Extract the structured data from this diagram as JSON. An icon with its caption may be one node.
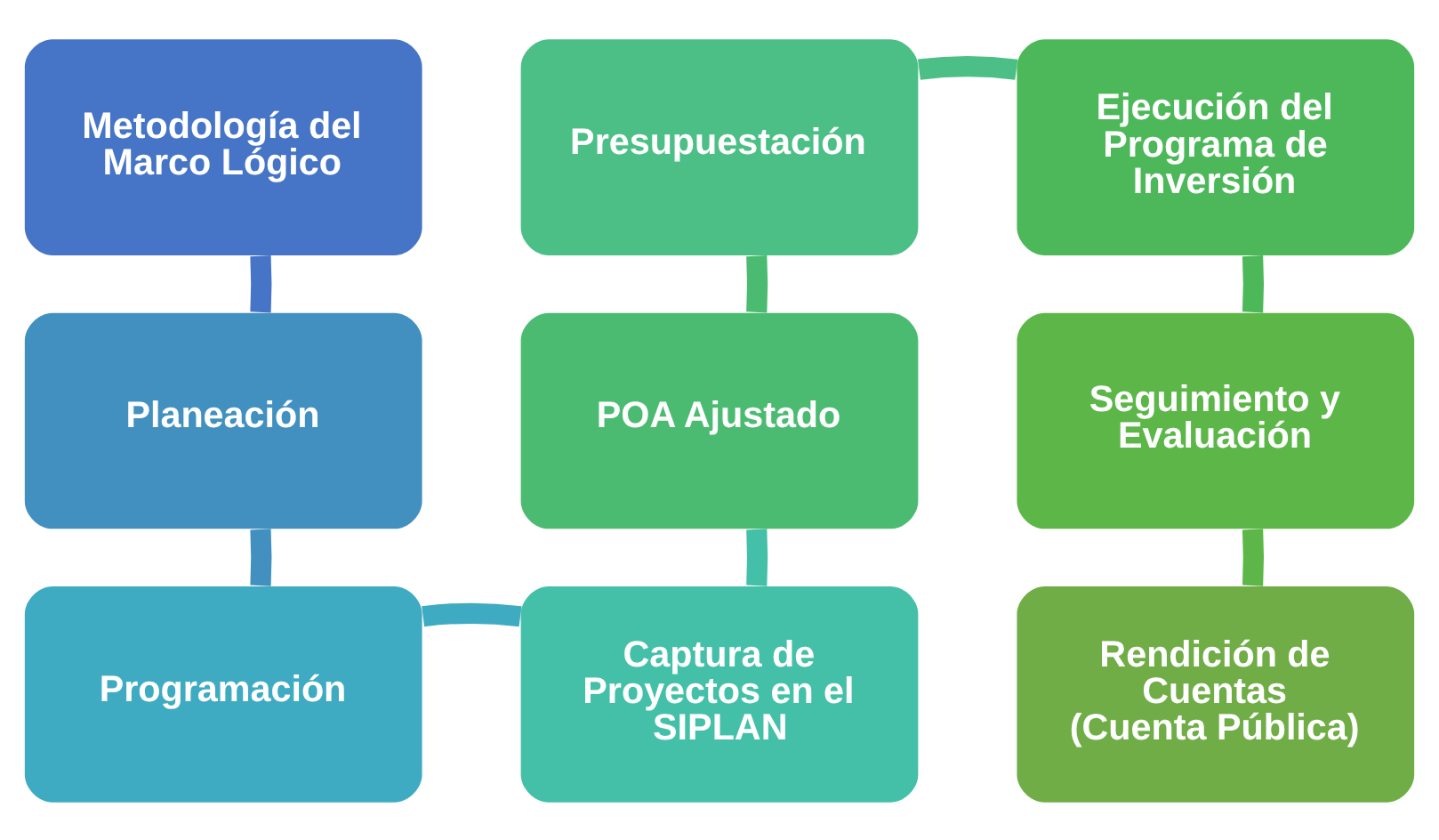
{
  "diagram": {
    "nodes": [
      {
        "text": [
          "Metodología del Marco Lógico"
        ]
      },
      {
        "text": [
          "Planeación"
        ]
      },
      {
        "text": [
          "Programación"
        ]
      },
      {
        "text": [
          "Captura de Proyectos en el SIPLAN"
        ]
      },
      {
        "text": [
          "Presupuestación"
        ]
      },
      {
        "text": [
          "POA Ajustado"
        ]
      },
      {
        "text": [
          "Ejecución del Programa de Inversión"
        ]
      },
      {
        "text": [
          "Seguimiento y Evaluación"
        ]
      },
      {
        "text": [
          "Rendición de Cuentas",
          "(Cuenta Pública)"
        ]
      }
    ],
    "edges": [
      {
        "from": 0,
        "to": 1,
        "arrow": "none",
        "color": "#4674c6"
      },
      {
        "from": 1,
        "to": 2,
        "arrow": "none",
        "color": "#4290c0"
      },
      {
        "from": 2,
        "to": 3,
        "arrow": "none",
        "color": "#3fabc3"
      },
      {
        "from": 3,
        "to": 5,
        "arrow": "none",
        "color": "#45c0a8"
      },
      {
        "from": 5,
        "to": 4,
        "arrow": "none",
        "color": "#4cbb72"
      },
      {
        "from": 4,
        "to": 6,
        "arrow": "none",
        "color": "#4cbf86"
      },
      {
        "from": 6,
        "to": 7,
        "arrow": "none",
        "color": "#4db85a"
      },
      {
        "from": 7,
        "to": 8,
        "arrow": "none",
        "color": "#5cb748"
      }
    ]
  }
}
